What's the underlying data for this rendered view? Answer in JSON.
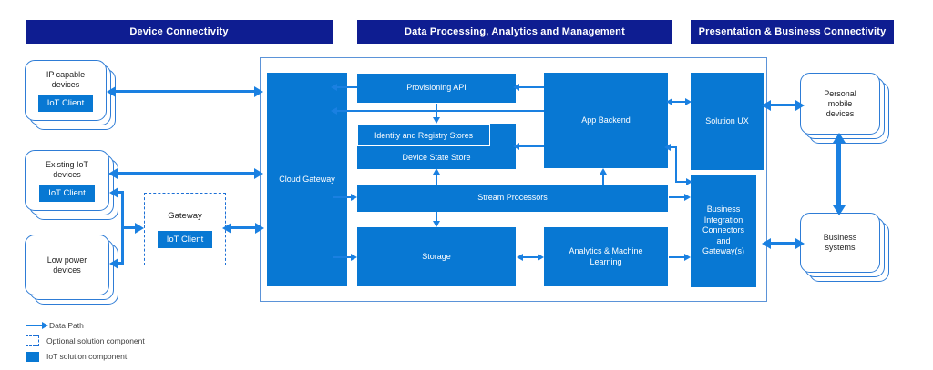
{
  "headers": [
    {
      "label": "Device Connectivity"
    },
    {
      "label": "Data Processing, Analytics and Management"
    },
    {
      "label": "Presentation & Business Connectivity"
    }
  ],
  "devices": {
    "ip_capable": {
      "label": "IP capable devices",
      "badge": "IoT Client"
    },
    "existing_iot": {
      "label": "Existing IoT devices",
      "badge": "IoT Client"
    },
    "low_power": {
      "label": "Low power devices"
    },
    "gateway": {
      "label": "Gateway",
      "badge": "IoT Client"
    },
    "personal_mobile": {
      "label": "Personal mobile devices"
    },
    "business_systems": {
      "label": "Business systems"
    }
  },
  "solution": {
    "cloud_gateway": "Cloud Gateway",
    "provisioning_api": "Provisioning API",
    "identity_registry": "Identity and Registry Stores",
    "device_state_store": "Device State Store",
    "app_backend": "App Backend",
    "stream_processors": "Stream Processors",
    "storage": "Storage",
    "analytics_ml": "Analytics & Machine Learning",
    "solution_ux": "Solution UX",
    "business_integration": "Business Integration Connectors and Gateway(s)"
  },
  "legend": [
    {
      "symbol": "arrow-icon",
      "label": "Data Path"
    },
    {
      "symbol": "dashed-box-icon",
      "label": "Optional solution component"
    },
    {
      "symbol": "solid-box-icon",
      "label": "IoT solution component"
    }
  ],
  "colors": {
    "solution_fill": "#0878D3",
    "header_fill": "#0E1D91",
    "device_outline": "#2E7CD6",
    "arrow": "#1A80E1"
  }
}
